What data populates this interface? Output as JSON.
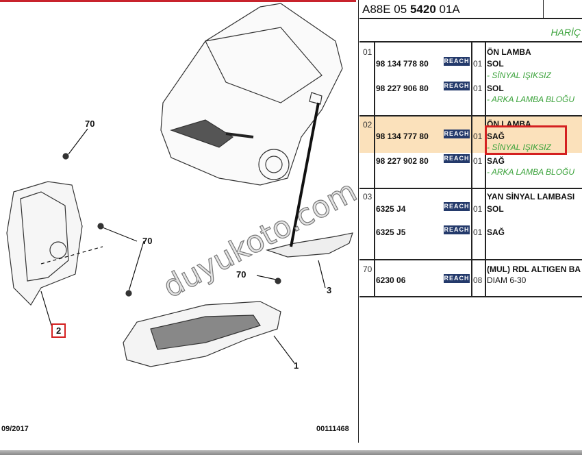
{
  "header": {
    "code_prefix": "A88E 05 ",
    "code_bold": "5420",
    "code_suffix": " 01A",
    "exclusion_label": "HARİÇ"
  },
  "diagram": {
    "callouts": [
      "70",
      "70",
      "70",
      "2",
      "1",
      "3"
    ],
    "date": "09/2017",
    "drawing_number": "00111468",
    "watermark": "duyukoto.com"
  },
  "reach_label": "REACH",
  "rows": [
    {
      "item": "01",
      "title": "ÖN LAMBA",
      "parts": [
        {
          "ref": "98 134 778 80",
          "qty": "01",
          "side": "SOL",
          "note": "- SİNYAL IŞIKSIZ"
        },
        {
          "ref": "98 227 906 80",
          "qty": "01",
          "side": "SOL",
          "note": "- ARKA LAMBA BLOĞU"
        }
      ]
    },
    {
      "item": "02",
      "title": "ÖN LAMBA",
      "parts": [
        {
          "ref": "98 134 777 80",
          "qty": "01",
          "side": "SAĞ",
          "note": "- SİNYAL IŞIKSIZ"
        },
        {
          "ref": "98 227 902 80",
          "qty": "01",
          "side": "SAĞ",
          "note": "- ARKA LAMBA BLOĞU"
        }
      ]
    },
    {
      "item": "03",
      "title": "YAN SİNYAL LAMBASI",
      "parts": [
        {
          "ref": "6325 J4",
          "qty": "01",
          "side": "SOL"
        },
        {
          "ref": "6325 J5",
          "qty": "01",
          "side": "SAĞ"
        }
      ]
    },
    {
      "item": "70",
      "title": "(MUL) RDL ALTIGEN BA",
      "parts": [
        {
          "ref": "6230 06",
          "qty": "08",
          "side": "DIAM 6-30"
        }
      ]
    }
  ],
  "colors": {
    "highlight": "#fbe1bb",
    "green": "#3aa23a",
    "red": "#d42020",
    "reach": "#243a6b"
  }
}
